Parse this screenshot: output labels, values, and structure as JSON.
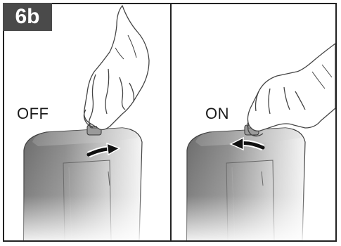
{
  "figure": {
    "step_badge": "6b",
    "panels": [
      {
        "state_label": "OFF",
        "arrow_direction": "right"
      },
      {
        "state_label": "ON",
        "arrow_direction": "left"
      }
    ]
  },
  "colors": {
    "frame": "#222222",
    "badge_background": "#4a4a4a",
    "badge_text": "#ffffff",
    "unit_dark": "#4d4d4d",
    "unit_light": "#f2f2f2"
  }
}
